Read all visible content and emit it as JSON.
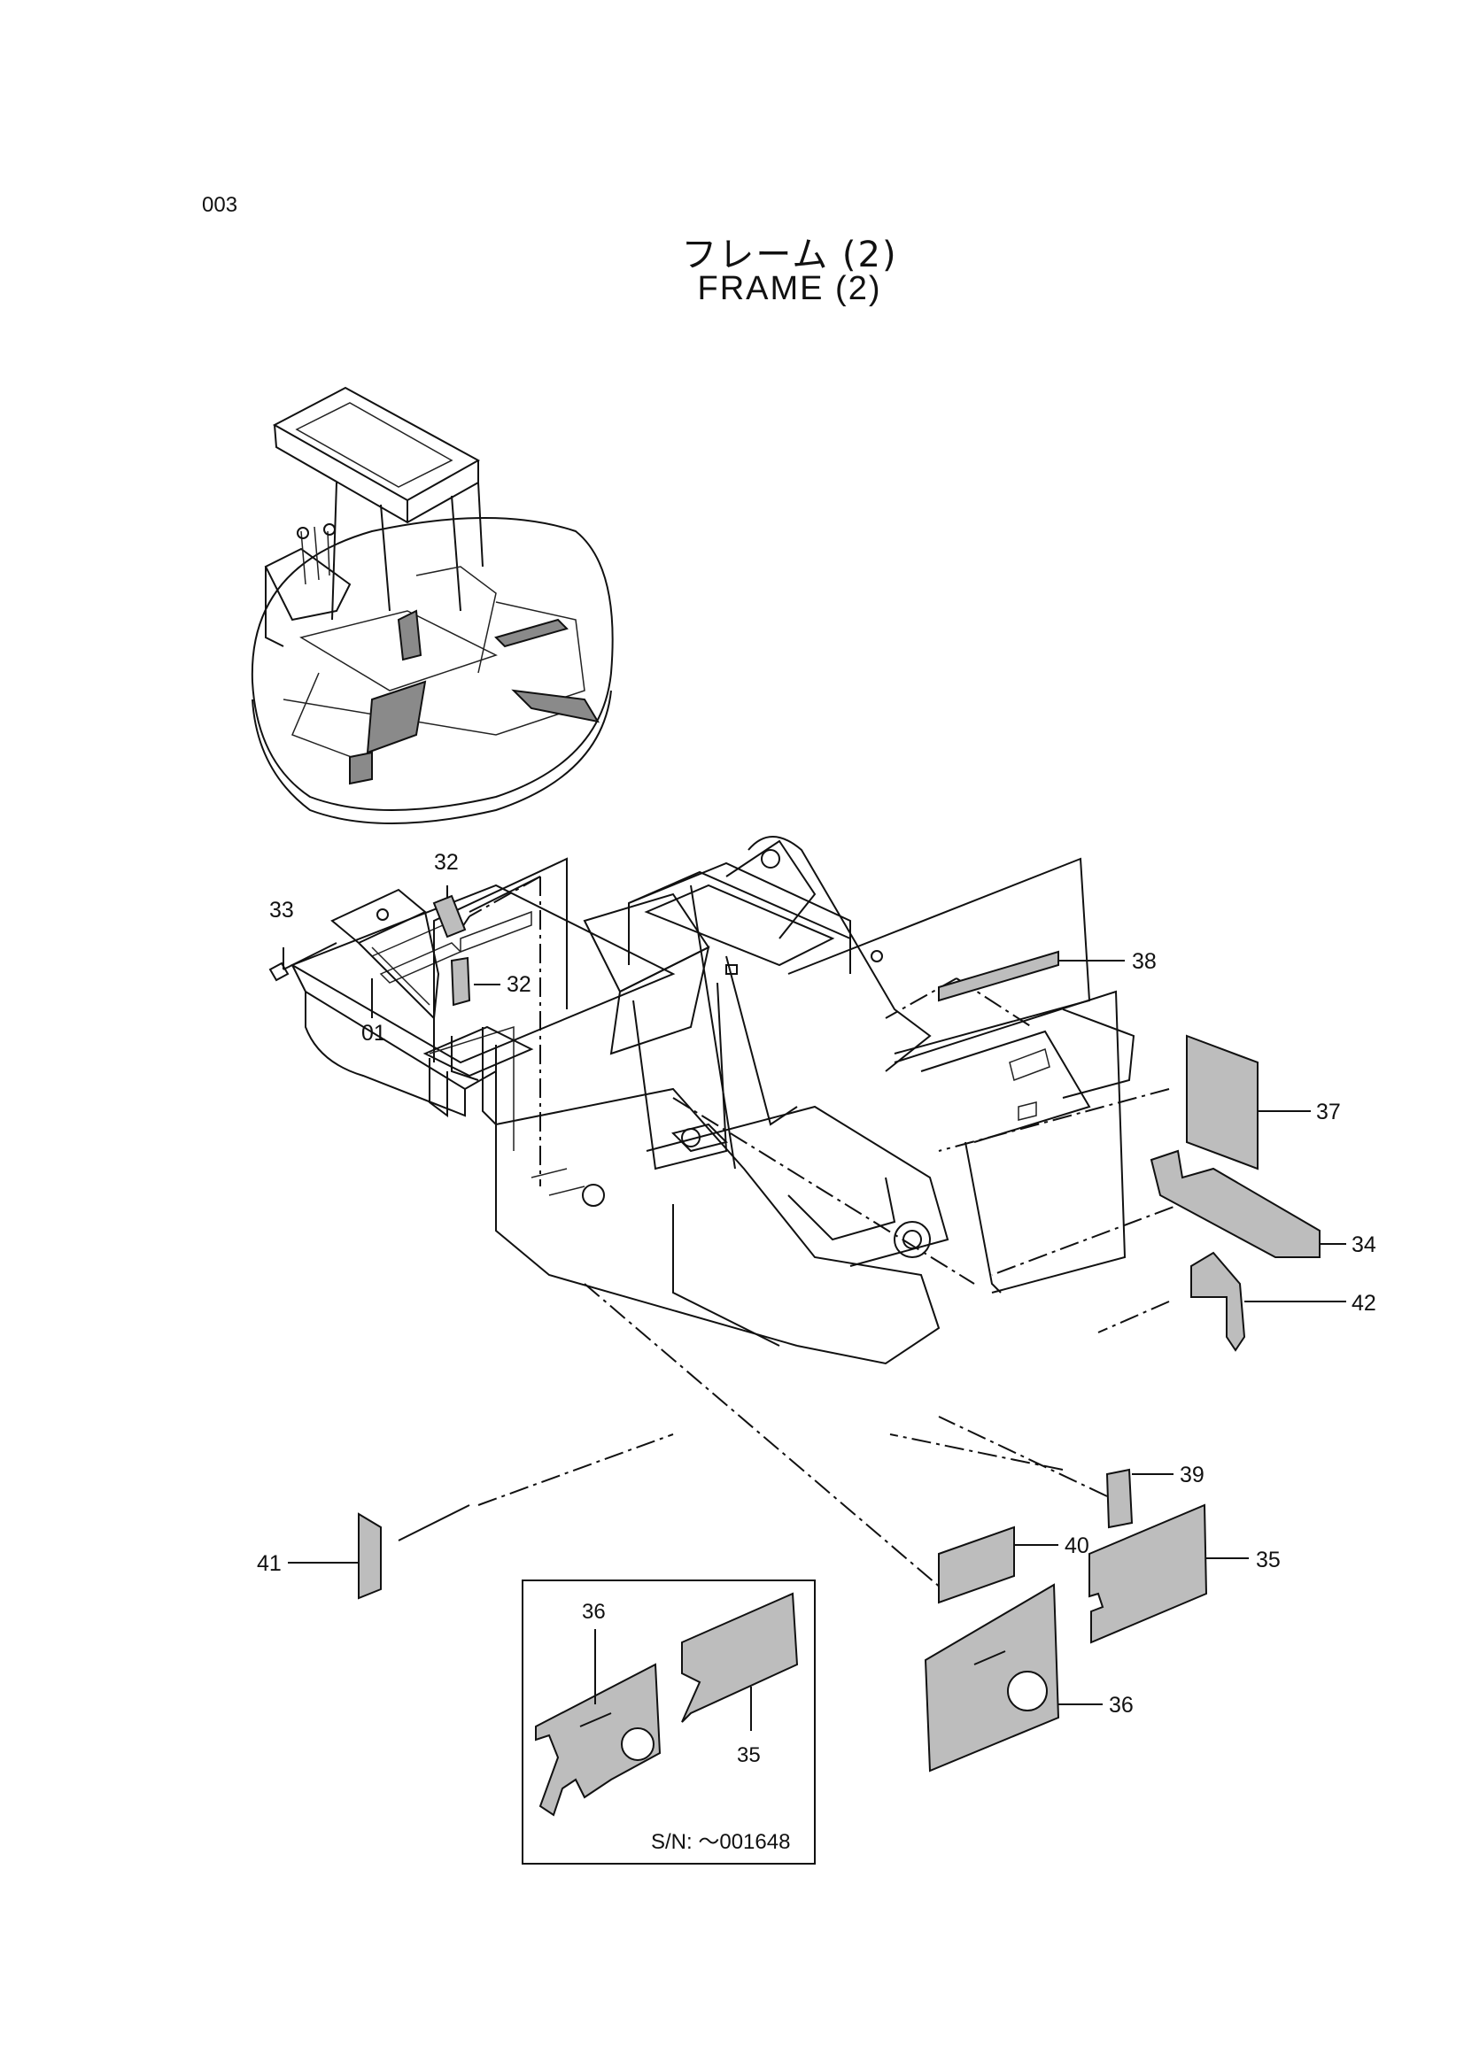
{
  "page_number": "003",
  "title_jp": "フレーム (2)",
  "title_en": "FRAME (2)",
  "callouts": {
    "p01": "01",
    "p32a": "32",
    "p32b": "32",
    "p33": "33",
    "p34": "34",
    "p35": "35",
    "p36": "36",
    "p37": "37",
    "p38": "38",
    "p39": "39",
    "p40": "40",
    "p41": "41",
    "p42": "42"
  },
  "inset": {
    "label_36": "36",
    "label_35": "35",
    "serial_note": "S/N: ～001648"
  }
}
